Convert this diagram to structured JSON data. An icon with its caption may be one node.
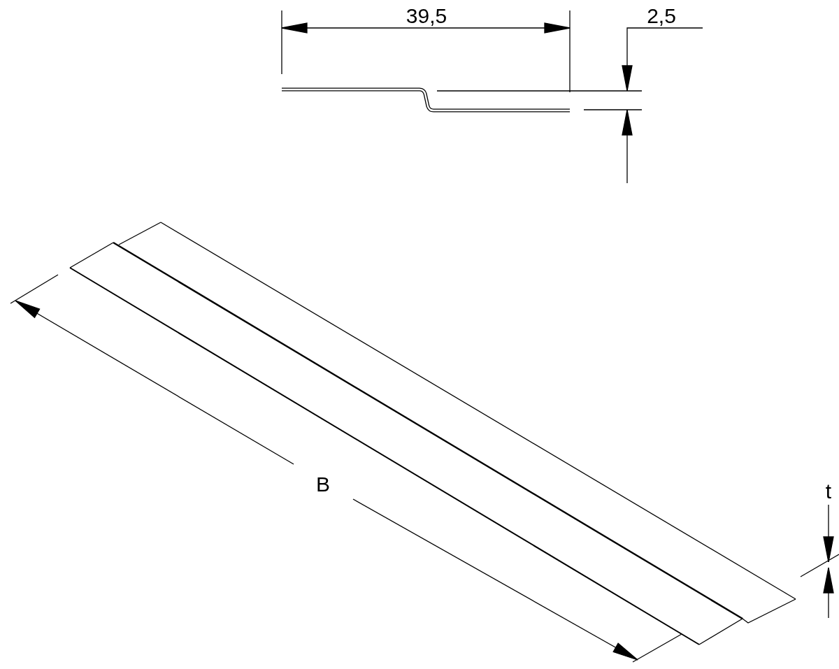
{
  "diagram": {
    "labels": [
      "39,5",
      "2,5",
      "B",
      "t"
    ]
  }
}
